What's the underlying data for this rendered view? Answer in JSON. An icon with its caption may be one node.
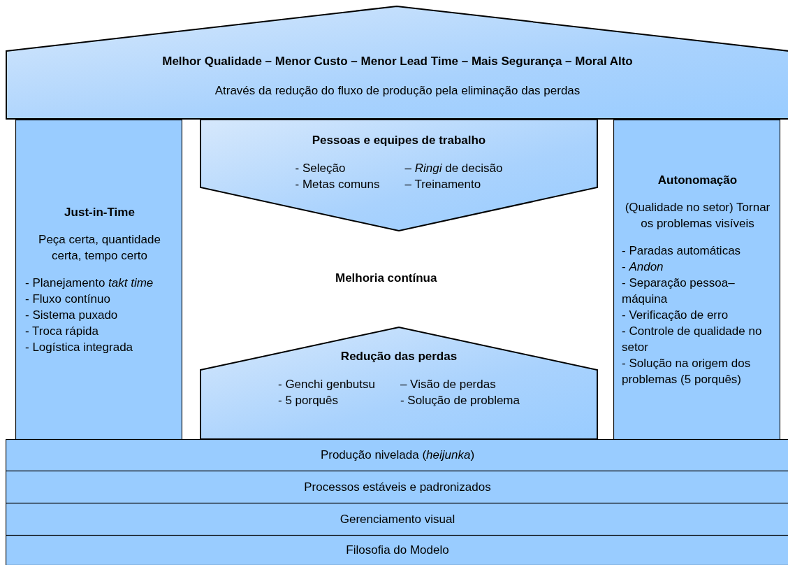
{
  "diagram": {
    "nodes": [
      {
        "text": [
          "Melhor Qualidade – Menor Custo – Menor Lead Time – Mais Segurança – Moral Alto",
          "Através da redução do fluxo de produção pela eliminação das perdas"
        ]
      },
      {
        "text": [
          "Just-in-Time",
          "Peça certa, quantidade certa, tempo certo",
          "- Planejamento *takt time*",
          "- Fluxo contínuo",
          "- Sistema puxado",
          "- Troca rápida",
          "- Logística integrada"
        ]
      },
      {
        "text": [
          "Pessoas e equipes de trabalho",
          "- Seleção",
          "– *Ringi* de decisão",
          "- Metas comuns",
          "– Treinamento"
        ]
      },
      {
        "text": [
          "Redução das perdas",
          "- Genchi genbutsu",
          "– Visão de perdas",
          "- 5 porquês",
          "- Solução de problema"
        ]
      },
      {
        "text": [
          "Autonomação",
          "(Qualidade no setor) Tornar os problemas visíveis",
          "- Paradas automáticas",
          "- *Andon*",
          "- Separação pessoa–máquina",
          "- Verificação de erro",
          "- Controle de qualidade no setor",
          "- Solução na origem dos problemas (5 porquês)"
        ]
      },
      {
        "text": [
          "Produção nivelada (*heijunka*)"
        ]
      },
      {
        "text": [
          "Processos estáveis e padronizados"
        ]
      },
      {
        "text": [
          "Gerenciamento visual"
        ]
      },
      {
        "text": [
          "Filosofia do Modelo"
        ]
      }
    ],
    "labels": [
      "Melhoria contínua"
    ]
  }
}
